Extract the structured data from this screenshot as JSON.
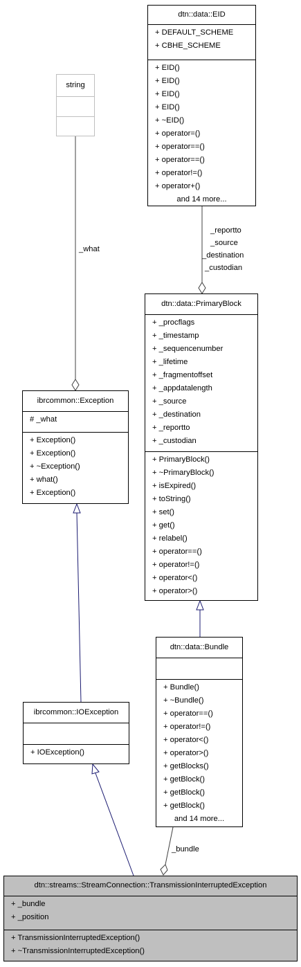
{
  "classes": {
    "string": {
      "name": "string",
      "attributes": [],
      "methods": []
    },
    "eid": {
      "name": "dtn::data::EID",
      "attributes": [
        "+ DEFAULT_SCHEME",
        "+ CBHE_SCHEME"
      ],
      "methods": [
        "+ EID()",
        "+ EID()",
        "+ EID()",
        "+ EID()",
        "+ ~EID()",
        "+ operator=()",
        "+ operator==()",
        "+ operator==()",
        "+ operator!=()",
        "+ operator+()"
      ],
      "more": "and 14 more..."
    },
    "primaryblock": {
      "name": "dtn::data::PrimaryBlock",
      "attributes": [
        "+ _procflags",
        "+ _timestamp",
        "+ _sequencenumber",
        "+ _lifetime",
        "+ _fragmentoffset",
        "+ _appdatalength",
        "+ _source",
        "+ _destination",
        "+ _reportto",
        "+ _custodian"
      ],
      "methods": [
        "+ PrimaryBlock()",
        "+ ~PrimaryBlock()",
        "+ isExpired()",
        "+ toString()",
        "+ set()",
        "+ get()",
        "+ relabel()",
        "+ operator==()",
        "+ operator!=()",
        "+ operator<()",
        "+ operator>()"
      ]
    },
    "exception": {
      "name": "ibrcommon::Exception",
      "attributes": [
        "# _what"
      ],
      "methods": [
        "+ Exception()",
        "+ Exception()",
        "+ ~Exception()",
        "+ what()",
        "+ Exception()"
      ]
    },
    "bundle": {
      "name": "dtn::data::Bundle",
      "attributes": [],
      "methods": [
        "+ Bundle()",
        "+ ~Bundle()",
        "+ operator==()",
        "+ operator!=()",
        "+ operator<()",
        "+ operator>()",
        "+ getBlocks()",
        "+ getBlock()",
        "+ getBlock()",
        "+ getBlock()"
      ],
      "more": "and 14 more..."
    },
    "ioexception": {
      "name": "ibrcommon::IOException",
      "attributes": [],
      "methods": [
        "+ IOException()"
      ]
    },
    "tie": {
      "name": "dtn::streams::StreamConnection::TransmissionInterruptedException",
      "attributes": [
        "+ _bundle",
        "+ _position"
      ],
      "methods": [
        "+ TransmissionInterruptedException()",
        "+ ~TransmissionInterruptedException()"
      ]
    }
  },
  "edge_labels": {
    "what": "_what",
    "reportto": "_reportto",
    "source": "_source",
    "destination": "_destination",
    "custodian": "_custodian",
    "bundle": "_bundle"
  },
  "colors": {
    "inheritance_edge": "#191970",
    "composition_edge": "#404040",
    "focus_fill": "#bfbfbf",
    "gray_border": "#bfbfbf"
  }
}
